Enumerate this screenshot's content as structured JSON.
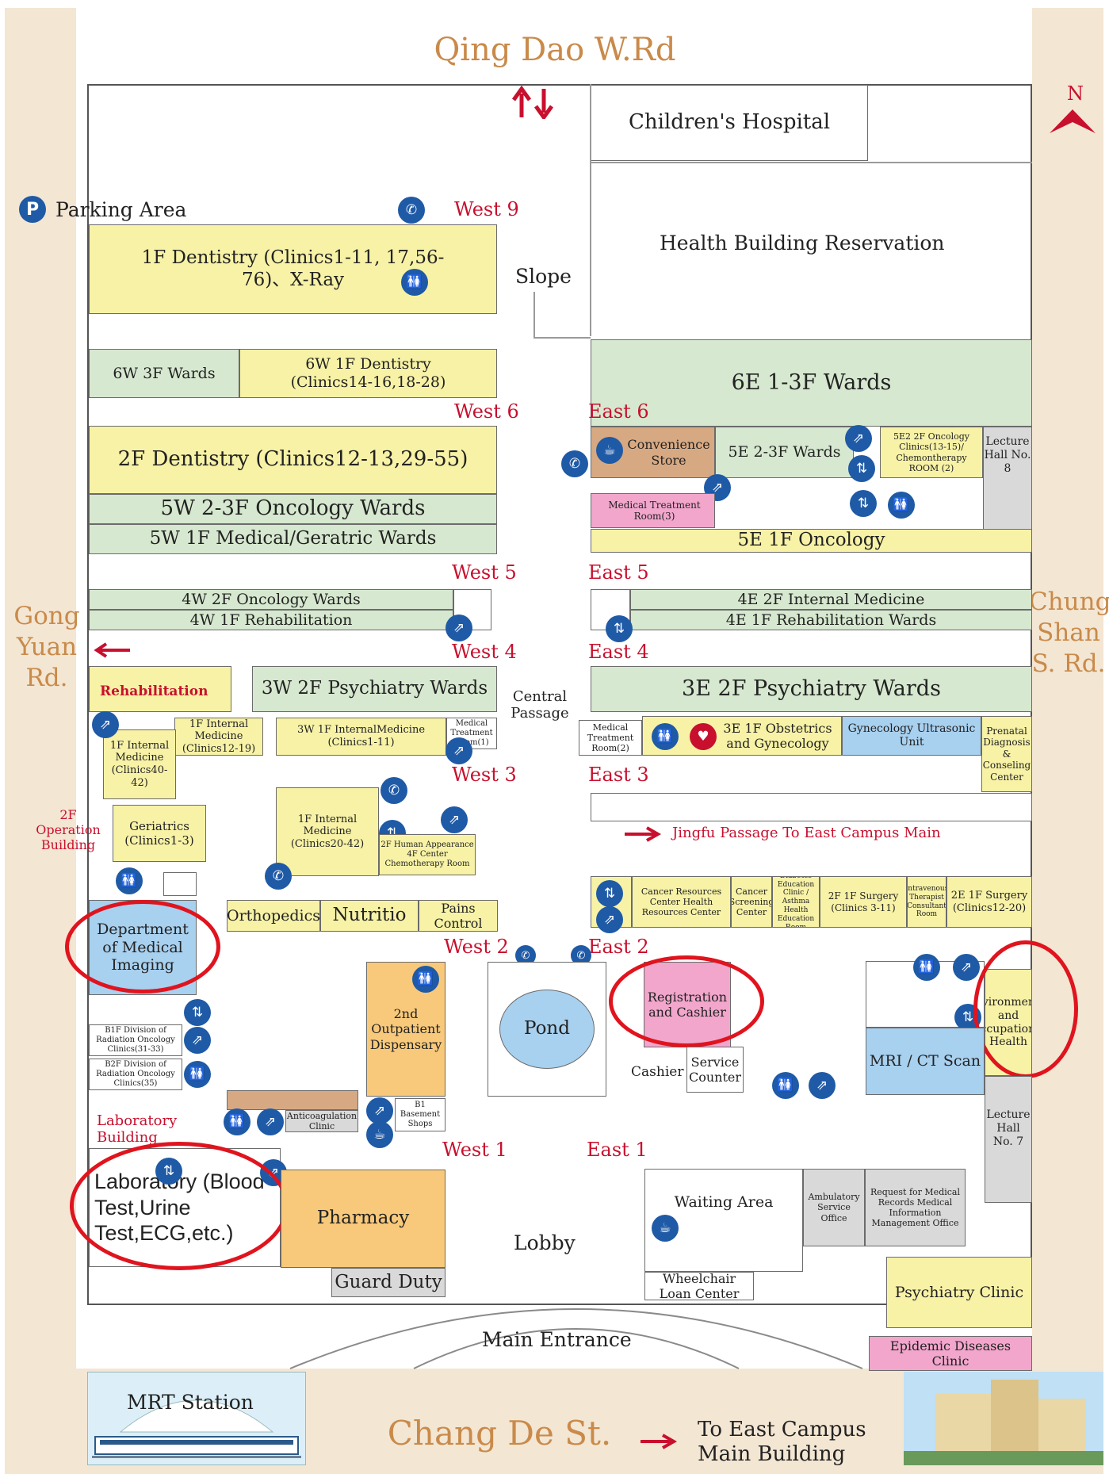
{
  "roads": {
    "north": "Qing Dao W.Rd",
    "west": "Gong Yuan Rd.",
    "east": "Chung Shan S. Rd.",
    "south": "Chang De St."
  },
  "compass": "N",
  "gates": {
    "west9": "West 9",
    "west6": "West 6",
    "west5": "West 5",
    "west4": "West 4",
    "west3": "West 3",
    "west2": "West 2",
    "west1": "West 1",
    "east6": "East 6",
    "east5": "East 5",
    "east4": "East 4",
    "east3": "East 3",
    "east2": "East 2",
    "east1": "East 1"
  },
  "labels": {
    "parking": "Parking Area",
    "slope": "Slope",
    "central_passage": "Central Passage",
    "jingfu": "Jingfu Passage To East Campus Main",
    "operation_building": "2F Operation Building",
    "rehabilitation": "Rehabilitation",
    "laboratory_building": "Laboratory Building",
    "lobby": "Lobby",
    "main_entrance": "Main Entrance",
    "mrt": "MRT Station",
    "to_east": "To East Campus Main Building",
    "cashier": "Cashier"
  },
  "buildings": {
    "childrens": "Children's Hospital",
    "health_res": "Health Building Reservation",
    "dentistry_1f": "1F Dentistry (Clinics1-11, 17,56-76)、X-Ray",
    "w6_3f": "6W 3F Wards",
    "w6_1f": "6W 1F Dentistry (Clinics14-16,18-28)",
    "e6": "6E 1-3F Wards",
    "dentistry_2f": "2F Dentistry (Clinics12-13,29-55)",
    "w5_23": "5W 2-3F Oncology Wards",
    "w5_1f": "5W 1F Medical/Geratric Wards",
    "convenience": "Convenience Store",
    "e5_23": "5E 2-3F Wards",
    "e5_2f_onc": "5E2 2F Oncology Clinics(13-15)/ Chemontherapy ROOM (2)",
    "lecture8": "Lecture Hall No. 8",
    "med_room3": "Medical Treatment Room(3)",
    "e5_1f": "5E 1F Oncology",
    "w4_2f": "4W 2F Oncology Wards",
    "w4_1f": "4W 1F Rehabilitation",
    "e4_2f": "4E 2F Internal Medicine",
    "e4_1f": "4E 1F Rehabilitation Wards",
    "w3_2f": "3W 2F Psychiatry Wards",
    "e3_2f": "3E 2F Psychiatry Wards",
    "im_12_19": "1F Internal Medicine (Clinics12-19)",
    "im_40_42": "1F Internal Medicine (Clinics40-42)",
    "w3_1f": "3W 1F InternalMedicine (Clinics1-11)",
    "med_room1": "Medical Treatment Room(1)",
    "med_room2": "Medical Treatment Room(2)",
    "e3_1f": "3E 1F Obstetrics and Gynecology",
    "gyn_us": "Gynecology Ultrasonic Unit",
    "prenatal": "Prenatal Diagnosis & Conseling Center",
    "geriatrics": "Geriatrics (Clinics1-3)",
    "im_20_42": "1F Internal Medicine (Clinics20-42)",
    "chemo4f": "2F Human Appearance 4F Center Chemotherapy Room",
    "orthopedics": "Orthopedics",
    "nutrition": "Nutritio",
    "pains": "Pains Control",
    "cancer": "Cancer Resources Center Health Resources Center",
    "screening": "Cancer Screening Center",
    "diabetes": "Diabetes Education Clinic / Asthma Health Education Room",
    "surgery_3_11": "2F 1F Surgery (Clinics 3-11)",
    "intravenous": "Intravenous Therapist Consultant Room",
    "surgery_12_20": "2E 1F Surgery (Clinics12-20)",
    "imaging": "Department of Medical Imaging",
    "outpatient": "2nd Outpatient Dispensary",
    "pond": "Pond",
    "registration": "Registration and Cashier",
    "service": "Service Counter",
    "environmental": "Environmental and Occupational Health",
    "mri": "MRI / CT Scan",
    "b1f_31_33": "B1F Division of Radiation Oncology Clinics(31-33)",
    "b2f_35": "B2F Division of Radiation Oncology Clinics(35)",
    "anticoag": "Anticoagulation Clinic",
    "b1_shops": "B1 Basement Shops",
    "lecture7": "Lecture Hall No. 7",
    "laboratory": "Laboratory (Blood Test,Urine Test,ECG,etc.)",
    "pharmacy": "Pharmacy",
    "guard": "Guard Duty",
    "waiting": "Waiting Area",
    "ambulatory": "Ambulatory Service Office",
    "records": "Request for Medical Records  Medical Information Management Office",
    "wheelchair": "Wheelchair Loan Center",
    "psychiatry_clinic": "Psychiatry Clinic",
    "epidemic": "Epidemic Diseases Clinic"
  },
  "colors": {
    "road_text": "#c98a4a",
    "gate_red": "#c8102e",
    "highlight_ring": "#e0141e",
    "icon_blue": "#1f5aa6"
  }
}
